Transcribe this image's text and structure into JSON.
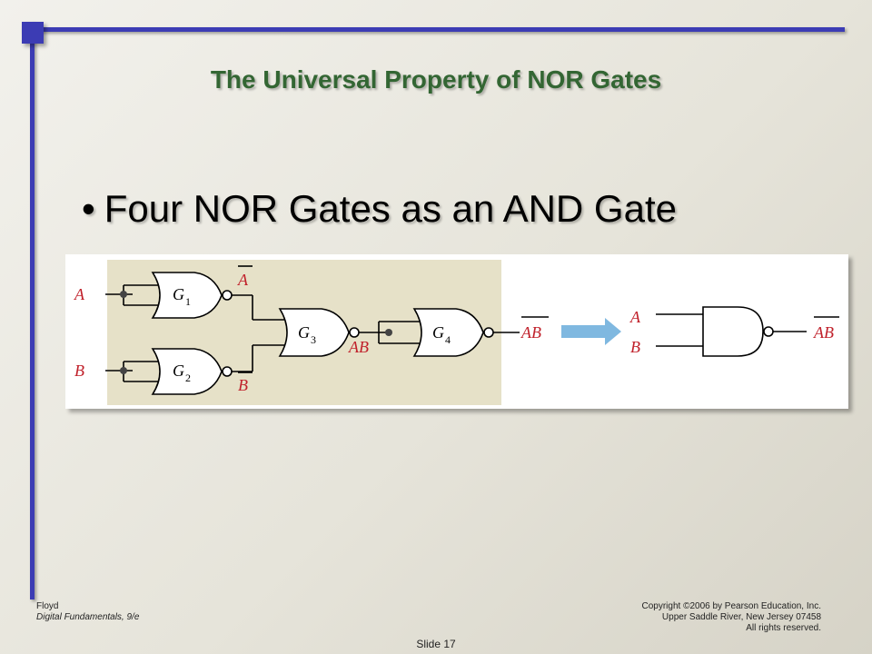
{
  "slide": {
    "title": "The Universal Property of NOR Gates",
    "bullet": "Four NOR Gates as an AND Gate",
    "bullet_symbol": "•",
    "slide_number": "Slide 17"
  },
  "diagram": {
    "input_a": "A",
    "input_b": "B",
    "g1": "G",
    "g1_sub": "1",
    "g2": "G",
    "g2_sub": "2",
    "g3": "G",
    "g3_sub": "3",
    "g4": "G",
    "g4_sub": "4",
    "a_bar": "A",
    "b_bar": "B",
    "ab_mid": "AB",
    "ab_out": "AB",
    "equiv_a": "A",
    "equiv_b": "B",
    "equiv_out": "AB",
    "shaded_color": "#e6e1c8",
    "arrow_color": "#7fb8e0"
  },
  "footer": {
    "author": "Floyd",
    "book": "Digital Fundamentals, 9/e",
    "copyright": "Copyright ©2006 by Pearson Education, Inc.",
    "address": "Upper Saddle River, New Jersey 07458",
    "rights": "All rights reserved."
  }
}
